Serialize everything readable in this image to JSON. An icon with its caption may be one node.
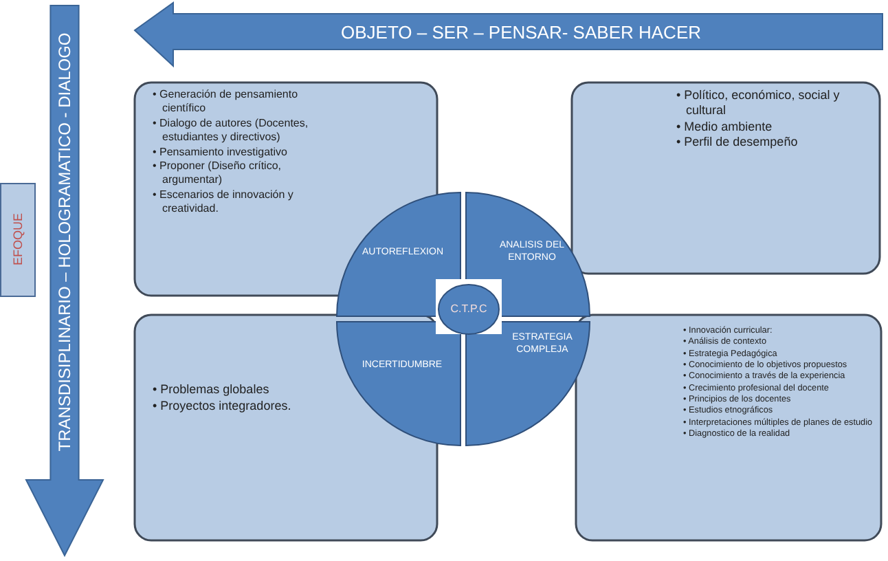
{
  "diagram": {
    "nodes": [
      {
        "text": [
          "EFOQUE"
        ]
      },
      {
        "text": [
          "TRANSDISIPLINARIO – HOLOGRAMATICO - DIALOGO"
        ]
      },
      {
        "text": [
          "OBJETO – SER – PENSAR- SABER HACER"
        ]
      },
      {
        "text": [
          "• Generación de pensamiento científico",
          "• Dialogo de autores (Docentes, estudiantes y directivos)",
          "• Pensamiento investigativo",
          "• Proponer (Diseño crítico, argumentar)",
          "• Escenarios de innovación y creatividad."
        ]
      },
      {
        "text": [
          "• Político, económico, social y cultural",
          "• Medio ambiente",
          "• Perfil de desempeño"
        ]
      },
      {
        "text": [
          "• Problemas globales",
          "• Proyectos integradores."
        ]
      },
      {
        "text": [
          "• Innovación curricular:",
          "• Análisis de contexto",
          "• Estrategia Pedagógica",
          "• Conocimiento de lo objetivos propuestos",
          "• Conocimiento a través de la experiencia",
          "• Crecimiento profesional del docente",
          "• Principios de los docentes",
          "• Estudios etnográficos",
          "• Interpretaciones múltiples de planes de estudio",
          "• Diagnostico de la realidad"
        ]
      },
      {
        "text": [
          "AUTOREFLEXION"
        ]
      },
      {
        "text": [
          "ANALISIS DEL ENTORNO"
        ]
      },
      {
        "text": [
          "INCERTIDUMBRE"
        ]
      },
      {
        "text": [
          "ESTRATEGIA COMPLEJA"
        ]
      },
      {
        "text": [
          "C.T.P.C"
        ]
      }
    ]
  }
}
